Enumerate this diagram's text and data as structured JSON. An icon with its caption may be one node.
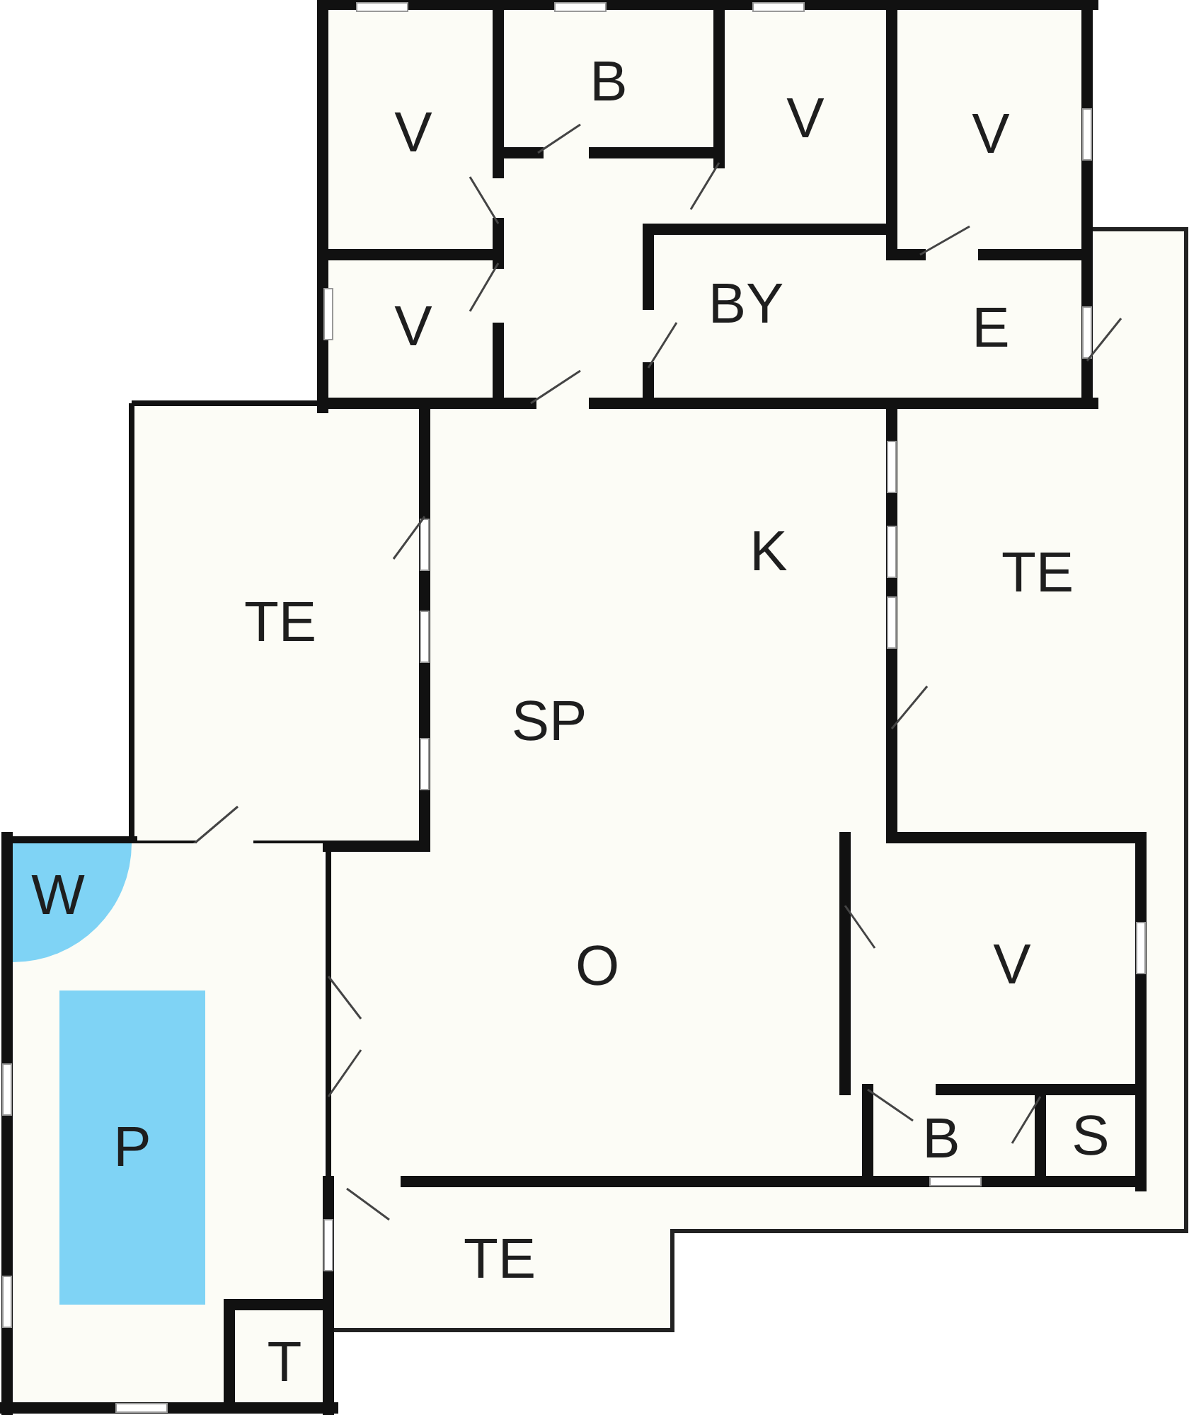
{
  "diagram": {
    "nodes": [
      {
        "text": [
          "V"
        ]
      },
      {
        "text": [
          "B"
        ]
      },
      {
        "text": [
          "V"
        ]
      },
      {
        "text": [
          "V"
        ]
      },
      {
        "text": [
          "V"
        ]
      },
      {
        "text": [
          "BY",
          "E"
        ]
      },
      {
        "text": [
          "TE"
        ]
      },
      {
        "text": [
          "K",
          "SP",
          "O"
        ]
      },
      {
        "text": [
          "TE"
        ]
      },
      {
        "text": [],
        "shape": "box"
      },
      {
        "text": [
          "W"
        ],
        "in": 9
      },
      {
        "text": [
          "V"
        ]
      },
      {
        "text": [
          "P"
        ],
        "in": 9
      },
      {
        "text": [
          "B"
        ]
      },
      {
        "text": [
          "S"
        ]
      },
      {
        "text": [
          "TE"
        ]
      },
      {
        "text": [
          "T"
        ],
        "in": 9
      }
    ]
  }
}
